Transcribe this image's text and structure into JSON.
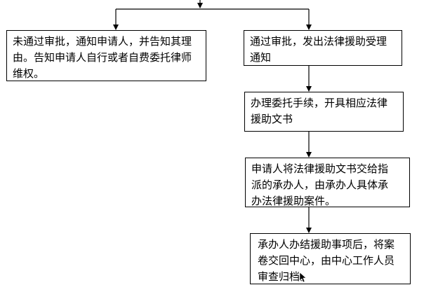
{
  "flow": {
    "boxes": {
      "rejected": "未通过审批，通知申请人，并告知其理\n由。告知申请人自行或者自费委托律师\n维权。",
      "approved": "通过审批，发出法律援助受理\n通知",
      "entrust": "办理委托手续，开具相应法律\n援助文书",
      "assign": "申请人将法律援助文书交给指\n派的承办人，由承办人具体承\n办法律援助案件。",
      "archive": "承办人办结援助事项后，将案\n卷交回中心，由中心工作人员\n审查归档。"
    },
    "cursor_icon": "pointer-cursor-icon"
  }
}
